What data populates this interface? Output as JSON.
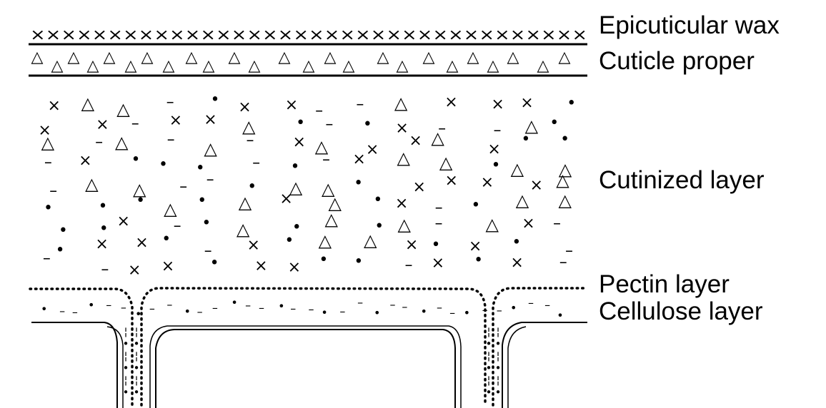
{
  "figure": {
    "labels": {
      "epicuticular_wax": "Epicuticular wax",
      "cuticle_proper": "Cuticle proper",
      "cutinized_layer": "Cutinized layer",
      "pectin_layer": "Pectin layer",
      "cellulose_layer": "Cellulose layer"
    },
    "ink_color": "#000000",
    "background_color": "#ffffff",
    "symbols": {
      "wax_mark": "×",
      "cuticle_mark": "△",
      "cutin_marks": [
        "×",
        "•",
        "△",
        "–"
      ]
    }
  }
}
